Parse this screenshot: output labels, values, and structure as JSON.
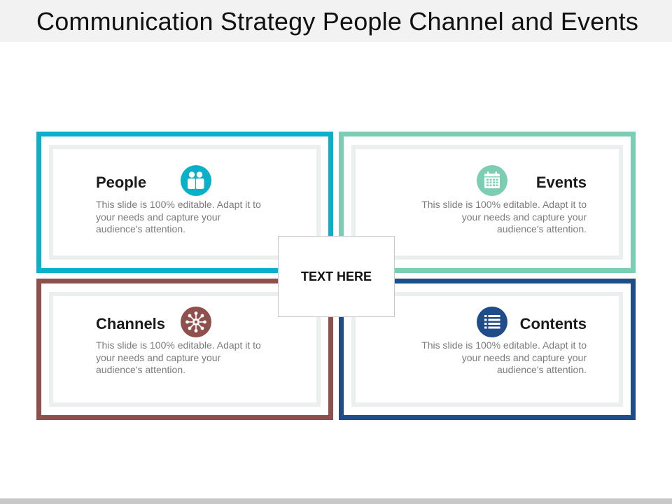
{
  "slide": {
    "title": "Communication Strategy People Channel and Events",
    "center_label": "TEXT HERE"
  },
  "colors": {
    "people": "#0ab0c8",
    "events": "#7dcdb2",
    "channels": "#8f504d",
    "contents": "#1e4d8a"
  },
  "cards": {
    "people": {
      "title": "People",
      "icon": "people-icon",
      "text": "This slide is 100% editable. Adapt it to your needs and capture your audience's attention."
    },
    "events": {
      "title": "Events",
      "icon": "calendar-icon",
      "text": "This slide is 100% editable. Adapt it to your needs and capture your audience's attention."
    },
    "channels": {
      "title": "Channels",
      "icon": "network-icon",
      "text": "This slide is 100% editable. Adapt it to your needs and capture your audience's attention."
    },
    "contents": {
      "title": "Contents",
      "icon": "list-icon",
      "text": "This slide is 100% editable. Adapt it to your needs and capture your audience's attention."
    }
  }
}
